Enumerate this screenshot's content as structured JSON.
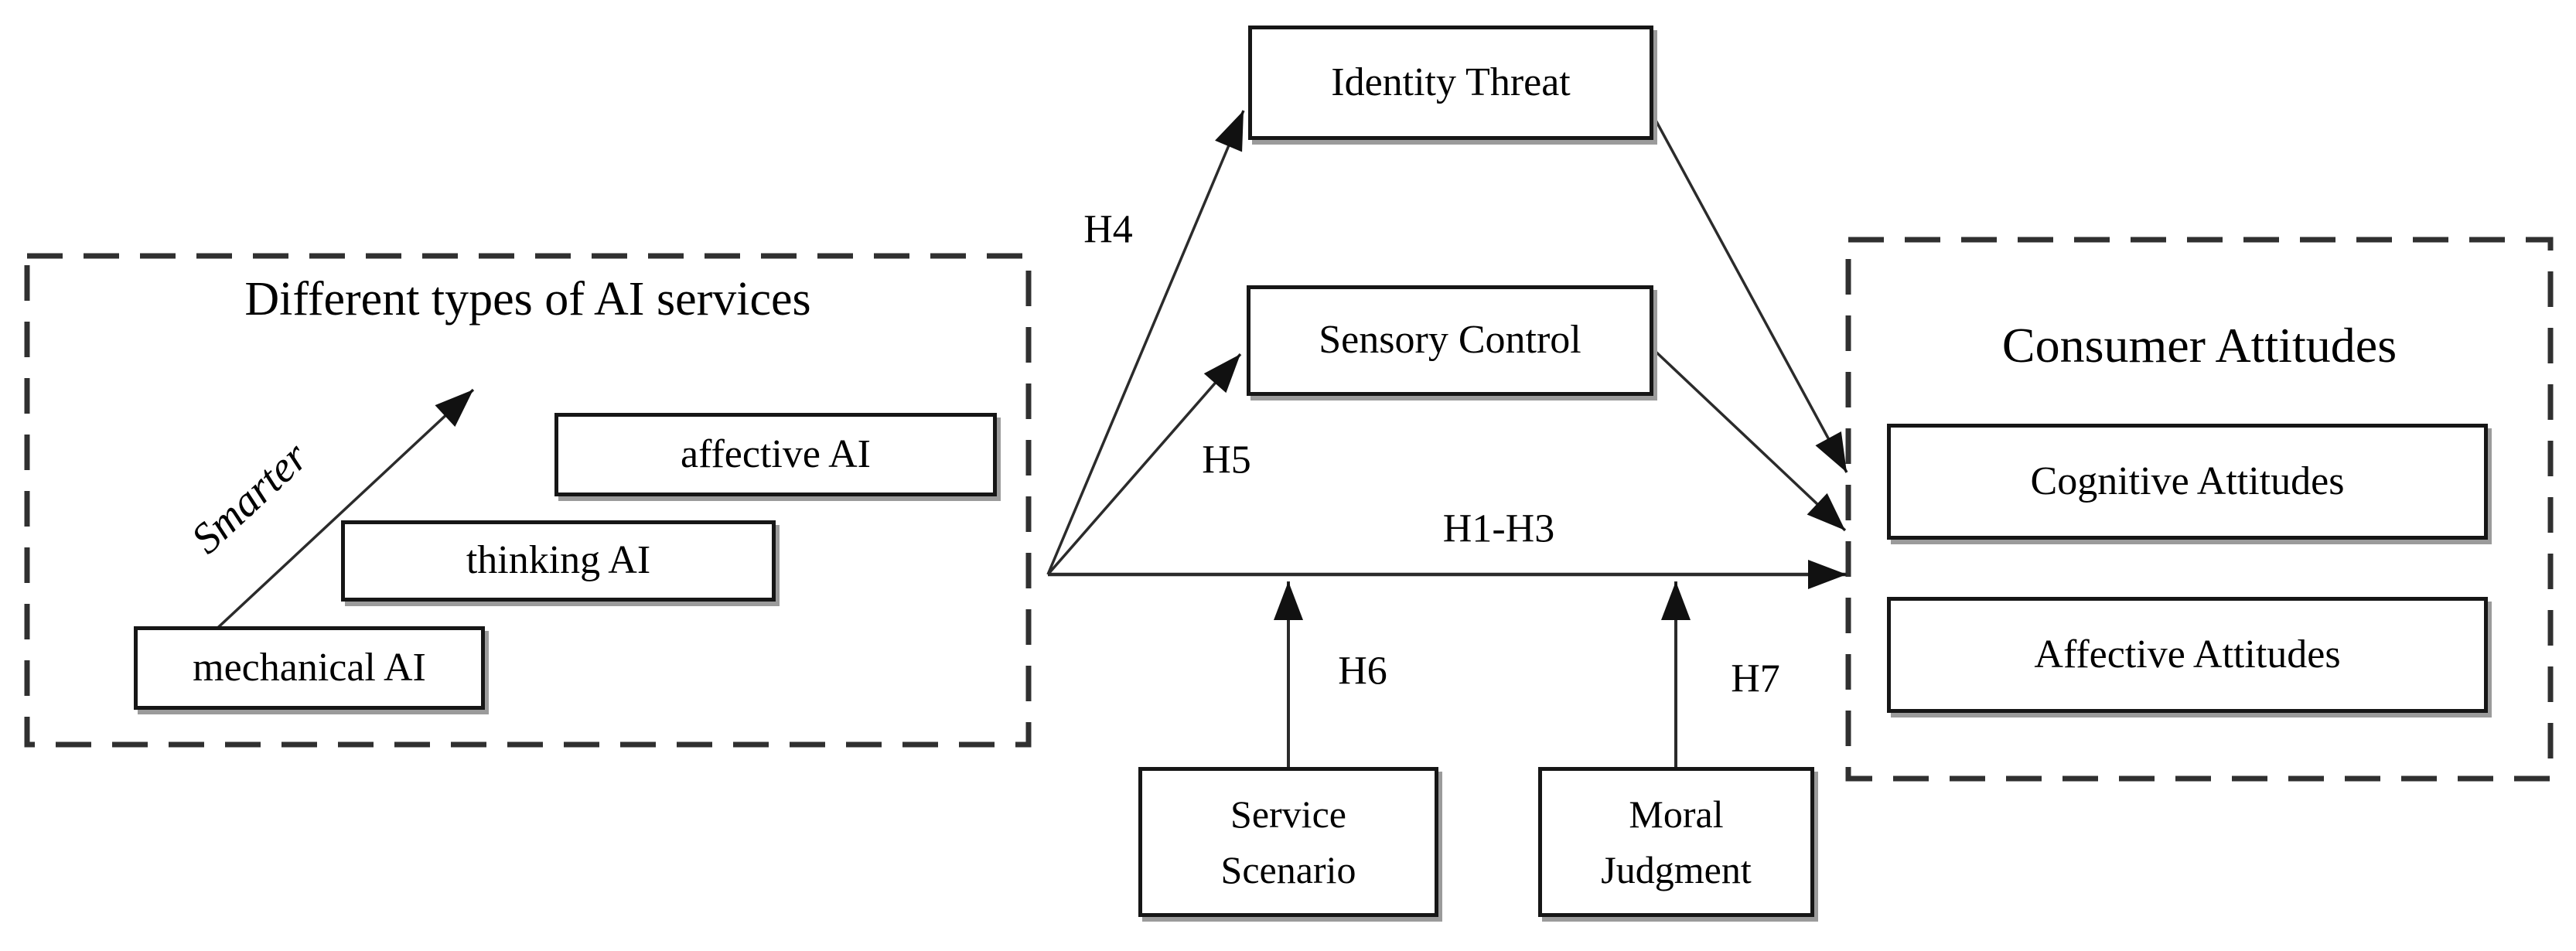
{
  "left_panel": {
    "title": "Different types of AI services",
    "smarter_arrow_label": "Smarter",
    "ai_boxes": {
      "mechanical": "mechanical AI",
      "thinking": "thinking AI",
      "affective": "affective AI"
    }
  },
  "mediators": {
    "identity_threat": "Identity Threat",
    "sensory_control": "Sensory Control"
  },
  "moderators": {
    "service_scenario": {
      "line1": "Service",
      "line2": "Scenario"
    },
    "moral_judgment": {
      "line1": "Moral",
      "line2": "Judgment"
    }
  },
  "right_panel": {
    "title": "Consumer Attitudes",
    "boxes": {
      "cognitive": "Cognitive Attitudes",
      "affective": "Affective Attitudes"
    }
  },
  "hypothesis_labels": {
    "h4": "H4",
    "h5": "H5",
    "h1_h3": "H1-H3",
    "h6": "H6",
    "h7": "H7"
  },
  "colors": {
    "background": "#ffffff",
    "line": "#2b2b2b",
    "arrowhead": "#111111",
    "box_border": "#161616",
    "box_shadow": "#9b9b9b",
    "dashed_border": "#303030",
    "text": "#000000"
  }
}
